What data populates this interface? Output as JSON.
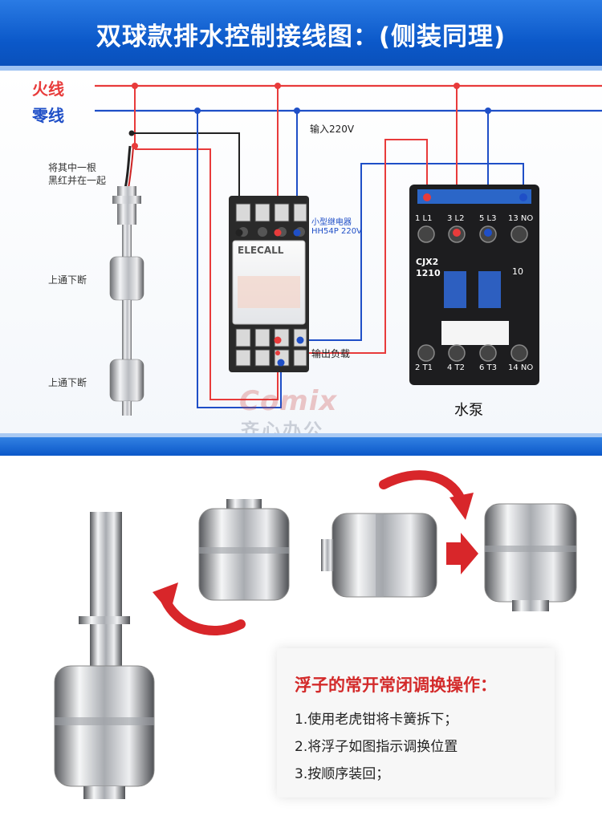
{
  "header": {
    "title": "双球款排水控制接线图：(侧装同理)"
  },
  "wires": {
    "live_label": "火线",
    "neutral_label": "零线",
    "live_color": "#e83b3b",
    "neutral_color": "#1f4fc7"
  },
  "sensor": {
    "join_note_line1": "将其中一根",
    "join_note_line2": "黑红并在一起",
    "float1_note": "上通下断",
    "float2_note": "上通下断"
  },
  "relay": {
    "input_label": "输入220V",
    "model_line1": "小型继电器",
    "model_line2": "HH54P 220V",
    "brand": "ELECALL",
    "output_label": "输出负载"
  },
  "contactor": {
    "model_line1": "CJX2",
    "model_line2": "1210",
    "extra_code": "10",
    "top_terminals": [
      "1 L1",
      "3 L2",
      "5 L3",
      "13 NO"
    ],
    "bottom_terminals": [
      "2 T1",
      "4 T2",
      "6 T3",
      "14 NO"
    ],
    "pump_label": "水泵"
  },
  "watermark": {
    "line1": "Comix",
    "line2": "齐心办公"
  },
  "instructions": {
    "title": "浮子的常开常闭调换操作：",
    "steps": [
      "1.使用老虎钳将卡簧拆下；",
      "2.将浮子如图指示调换位置",
      "3.按顺序装回；"
    ]
  },
  "colors": {
    "accent_blue": "#0b58c9",
    "arrow_red": "#d8262a",
    "note_red": "#d32a2a"
  }
}
